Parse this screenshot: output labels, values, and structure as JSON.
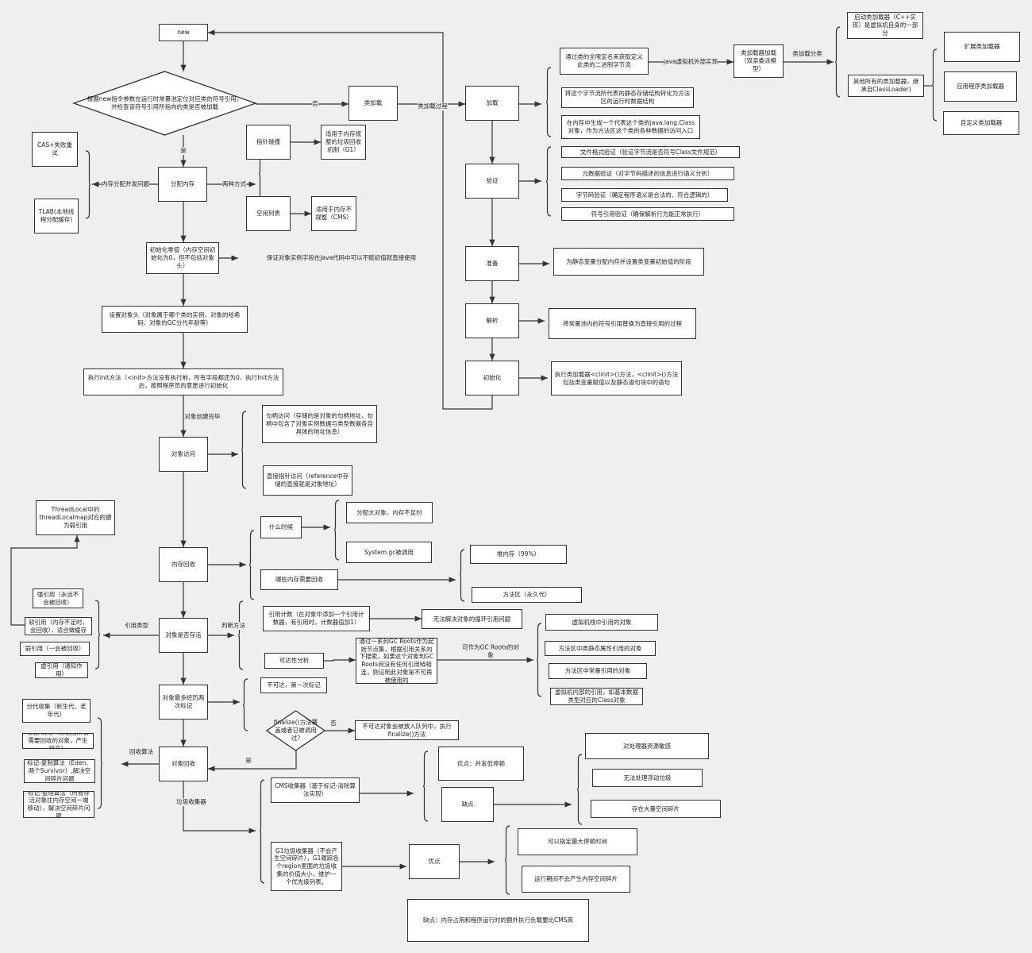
{
  "nodes": {
    "new": "new",
    "check": "根据new指令参数在运行时常量池定位对应类的符号引用，并检查该符号引用所指向的类是否被加载",
    "classload": "类加载",
    "cas": "CAS+失败重试",
    "tlab": "TLAB(本地线程分配缓存)",
    "alloc": "分配内存",
    "bump": "指针碰撞",
    "bump_note": "适用于内存规整的垃圾回收机制（G1）",
    "freelist": "空闲列表",
    "freelist_note": "适用于内存不规整（CMS）",
    "zero": "初始化零值（内存空间初始化为0，但不包括对象头）",
    "zero_note": "保证对象实例字段在Java代码中可以不赋初值就直接使用",
    "header": "设置对象头（对象属于哪个类的实例、对象的哈希码、对象的GC分代年龄等）",
    "init": "执行init方法（<init>方法没有执行前，所有字段都还为0，执行Init方法后，按照程序员的意愿进行初始化",
    "access": "对象访问",
    "handle": "句柄访问（存储的是对象的句柄地址，句柄中包含了对象实例数据与类型数据各自具体的地址信息）",
    "direct": "直接指针访问（reference中存储的直接就是对象地址）",
    "gc": "内存回收",
    "when": "什么时候",
    "big_obj": "分配大对象，内存不足时",
    "sysgc": "System.gc被调用",
    "which": "哪些内存需要回收",
    "heap": "堆内存（99%）",
    "method_area": "方法区（永久代）",
    "alive": "对象是否存活",
    "refcount": "引用计数（在对象中添加一个引用计数器，有引用时，计数器值加1）",
    "refcount_note": "无法解决对象的循环引用问题",
    "reach": "可达性分析",
    "reach_note": "通过一系列GC Roots作为起始节点集，根据引用关系向下搜索，如果这个对象到GC Roots间没有任何引用链相连，则证明此对象是不可再被使用的",
    "root1": "虚拟机栈中引用的对象",
    "root2": "方法区中类静态属性引用的对象",
    "root3": "方法区中常量引用的对象",
    "root4": "虚拟机内部的引用，如基本数据类型对应的Class对象",
    "threadlocal": "ThreadLocal中的threadLocalmap对应的键为弱引用",
    "strong": "强引用（永远不会被回收）",
    "soft": "软引用（内存不足时，会回收），适合做缓存",
    "weak": "弱引用（一会被回收）",
    "phantom": "虚引用（通知作用）",
    "twomark": "对象最多经历两次标记",
    "firstmark": "不可达，第一次标记",
    "finalize": "finalize()方法覆盖或者已被调用过?",
    "queue": "不可达对象会被放入队列中，执行finalize()方法",
    "gen": "分代收集（新生代、老年代）",
    "marksweep": "标记-清除（标记出所有需要回收的对象，产生碎片）",
    "markcopy": "标记-复制算法（Eden、两个Survivor）,解决空间碎片问题",
    "markcompact": "标记-整理算法（所有存活对象往内存空间一端移动），解决空间碎片问题",
    "reclaim": "对象回收",
    "cms": "CMS收集器（基于标记-清除算法实现）",
    "cms_pro": "优点：并发低停顿",
    "cms_con": "缺点",
    "cms_con1": "对处理器资源敏感",
    "cms_con2": "无法处理浮动垃圾",
    "cms_con3": "存在大量空间碎片",
    "g1": "G1垃圾收集器（不会产生空间碎片），G1跟踪各个region里面的垃圾收集的价值大小，维护一个优先级列表。",
    "g1_pro": "优点",
    "g1_pro1": "可以指定最大停顿时间",
    "g1_pro2": "运行期间不会产生内存空间碎片",
    "g1_con": "缺点：内存占用和程序运行时的额外执行负载要比CMS高",
    "load": "加载",
    "load1": "通过类的全限定名来获取定义此类的二进制字节流",
    "loader": "类加载器加载（双亲委派模型）",
    "bootstrap": "启动类加载器（C++实现）是虚拟机自身的一部分",
    "others": "其他所有的类加载器，继承自ClassLoader)",
    "ext": "扩展类加载器",
    "app": "应用程序类加载器",
    "custom": "自定义类加载器",
    "load2": "将这个字节流所代表的静态存储结构转化为方法区的运行时数据结构",
    "load3": "在内存中生成一个代表这个类的java.lang.Class对象，作为方法区这个类的各种数据的访问入口",
    "verify": "验证",
    "v1": "文件格式验证（验证字节流是否符号Class文件规范）",
    "v2": "元数据验证（对字节码描述的信息进行语义分析）",
    "v3": "字节码验证（确定程序语义是合法的、符合逻辑的）",
    "v4": "符号引用验证（确保解析行为能正常执行）",
    "prepare": "准备",
    "prepare_note": "为静态变量分配内存并设置类变量初始值的阶段",
    "resolve": "解析",
    "resolve_note": "将常量池内的符号引用替换为直接引用的过程",
    "clinit": "初始化",
    "clinit_note": "执行类加载器<clinit>()方法，<clinit>()方法包括类变量赋值以及静态语句块中的语句"
  },
  "labels": {
    "no1": "否",
    "process": "类加载过程",
    "yes1": "是",
    "two_ways": "两种方式",
    "concurrency": "内存分配并发问题",
    "created": "对象创建完毕",
    "judge": "判断方法",
    "reftype": "引用类型",
    "gcroots": "可作为GC Roots的对象",
    "no2": "否",
    "yes2": "是",
    "algo": "回收算法",
    "collector": "垃圾收集器",
    "jvm_ext": "java虚拟机外部实现",
    "loader_cat": "类加载分类"
  },
  "colors": {
    "background": "#efefef",
    "stroke": "#333333",
    "box": "#ffffff"
  }
}
